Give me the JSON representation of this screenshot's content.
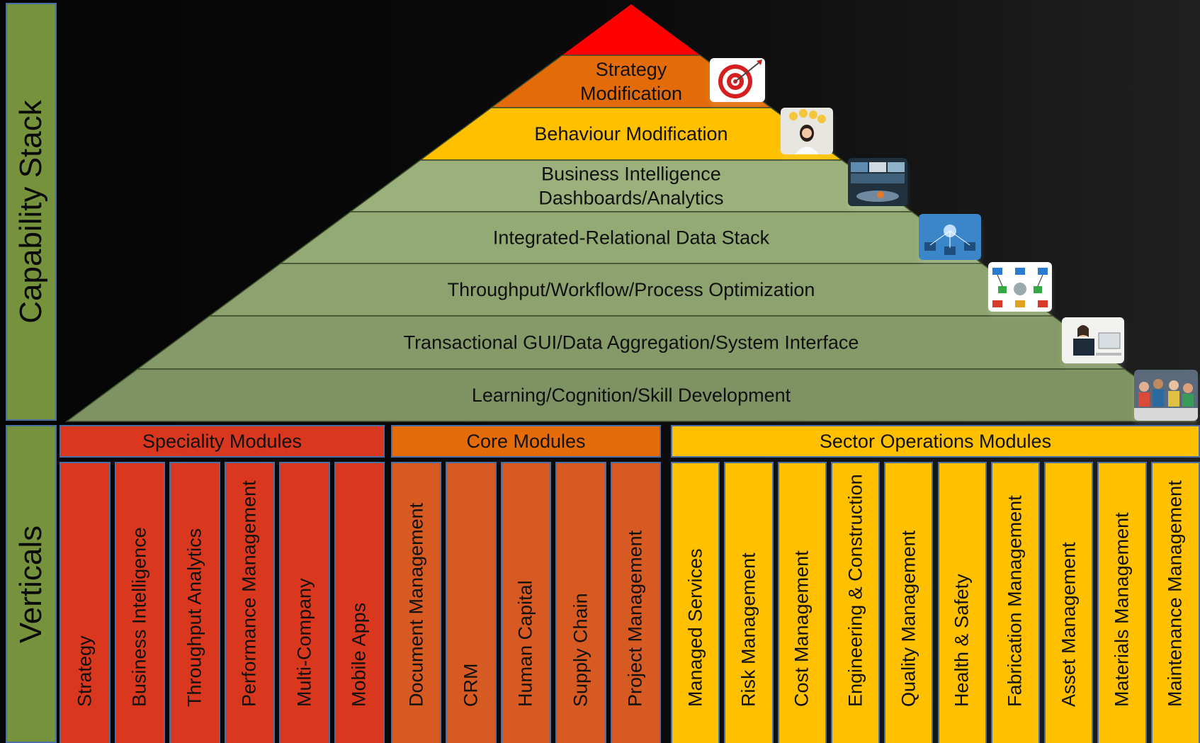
{
  "side_labels": {
    "capability": "Capability Stack",
    "verticals": "Verticals"
  },
  "pyramid": {
    "apex_color": "#ff0000",
    "tiers": [
      {
        "lines": [
          "Strategy",
          "Modification"
        ],
        "color": "#e36c09",
        "icon": "target-icon"
      },
      {
        "lines": [
          "Behaviour Modification"
        ],
        "color": "#ffc000",
        "icon": "ideas-woman-icon"
      },
      {
        "lines": [
          "Business Intelligence",
          "Dashboards/Analytics"
        ],
        "color": "#9bb07a",
        "icon": "dashboard-screens-icon"
      },
      {
        "lines": [
          "Integrated-Relational Data Stack"
        ],
        "color": "#94aa75",
        "icon": "network-data-icon"
      },
      {
        "lines": [
          "Throughput/Workflow/Process Optimization"
        ],
        "color": "#8da26f",
        "icon": "workflow-icon"
      },
      {
        "lines": [
          "Transactional GUI/Data Aggregation/System Interface"
        ],
        "color": "#869a69",
        "icon": "person-computer-icon"
      },
      {
        "lines": [
          "Learning/Cognition/Skill Development"
        ],
        "color": "#7f9263",
        "icon": "group-learning-icon"
      }
    ]
  },
  "groups": [
    {
      "title": "Speciality Modules",
      "color": "#d9381e",
      "items": [
        "Strategy",
        "Business Intelligence",
        "Throughput Analytics",
        "Performance Management",
        "Multi-Company",
        "Mobile Apps"
      ]
    },
    {
      "title": "Core Modules",
      "color": "#e36c09",
      "col_color": "#d65a22",
      "items": [
        "Document Management",
        "CRM",
        "Human Capital",
        "Supply Chain",
        "Project Management"
      ]
    },
    {
      "title": "Sector Operations Modules",
      "color": "#ffc000",
      "items": [
        "Managed Services",
        "Risk Management",
        "Cost Management",
        "Engineering & Construction",
        "Quality Management",
        "Health & Safety",
        "Fabrication Management",
        "Asset Management",
        "Materials Management",
        "Maintenance Management"
      ]
    }
  ]
}
